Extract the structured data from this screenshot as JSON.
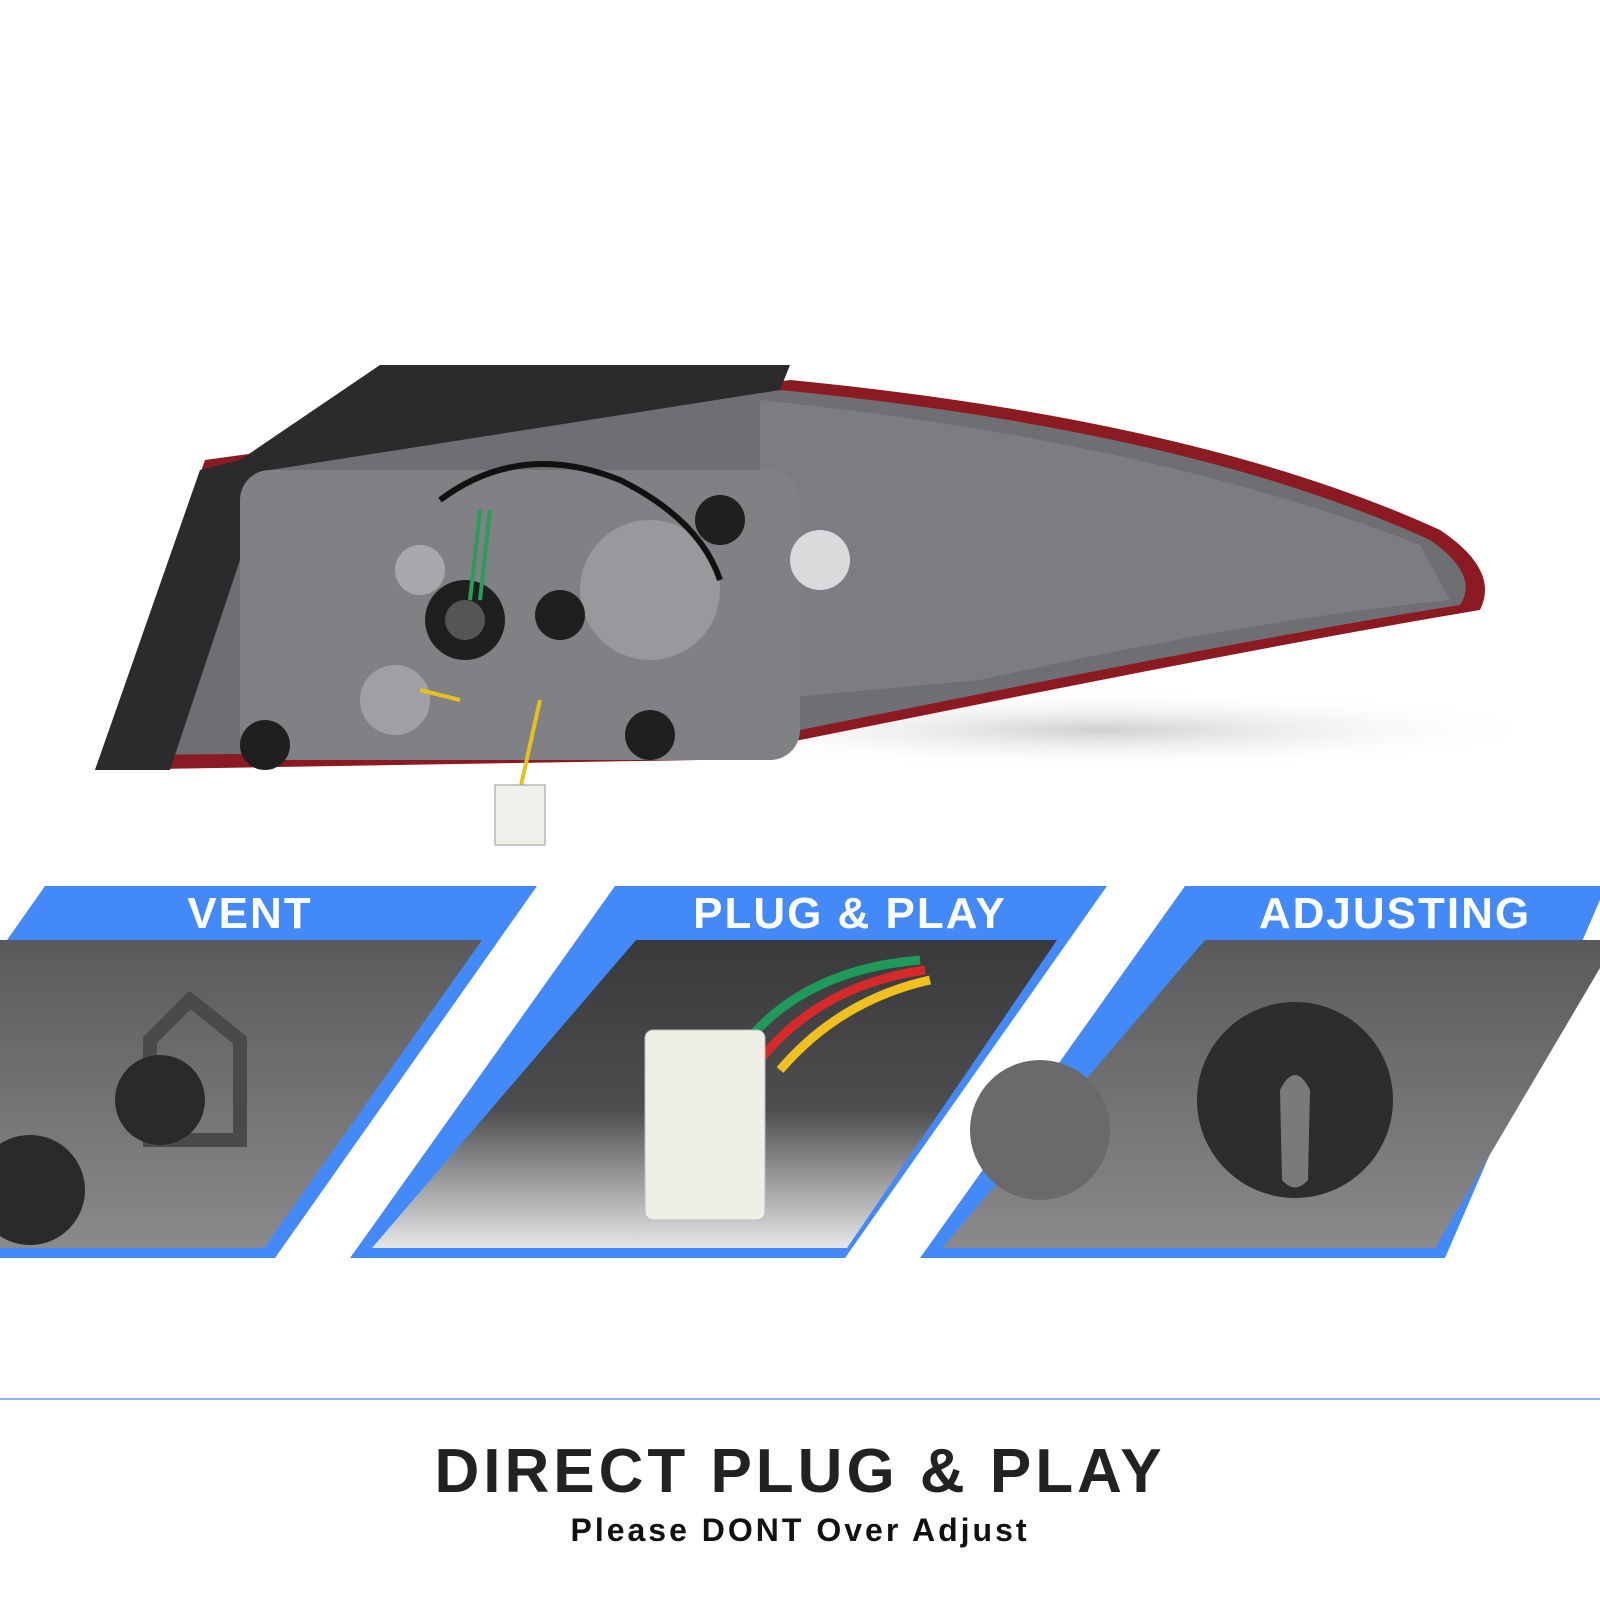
{
  "features": [
    {
      "label": "VENT"
    },
    {
      "label": "PLUG & PLAY"
    },
    {
      "label": "ADJUSTING"
    }
  ],
  "headline": "DIRECT PLUG & PLAY",
  "subline": "Please DONT Over Adjust",
  "colors": {
    "accent": "#4489f8",
    "text": "#222222"
  }
}
